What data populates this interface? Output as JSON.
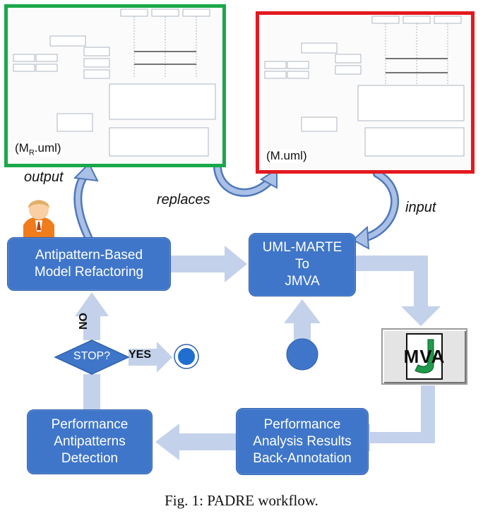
{
  "frames": {
    "refactored_model_label": "(MR.uml)",
    "refactored_model_label_main": "(M",
    "refactored_model_label_sub": "R",
    "refactored_model_label_end": ".uml)",
    "input_model_label": "(M.uml)"
  },
  "arrows": {
    "output_label": "output",
    "replaces_label": "replaces",
    "input_label": "input"
  },
  "steps": {
    "refactoring": "Antipattern-Based\nModel Refactoring",
    "transformation": "UML-MARTE\nTo\nJMVA",
    "back_annotation": "Performance\nAnalysis Results\nBack-Annotation",
    "detection": "Performance\nAntipatterns\nDetection"
  },
  "decision": {
    "label": "STOP?",
    "no_label": "NO",
    "yes_label": "YES"
  },
  "solver": {
    "logo_text": "MVA",
    "logo_initial": "J"
  },
  "caption": "Fig. 1: PADRE workflow.",
  "colors": {
    "step_fill": "#3f76c9",
    "flow_arrow": "#b8c9e6",
    "green_frame": "#1aa84a",
    "red_frame": "#e3191f",
    "logo_green": "#1f9a4a"
  }
}
